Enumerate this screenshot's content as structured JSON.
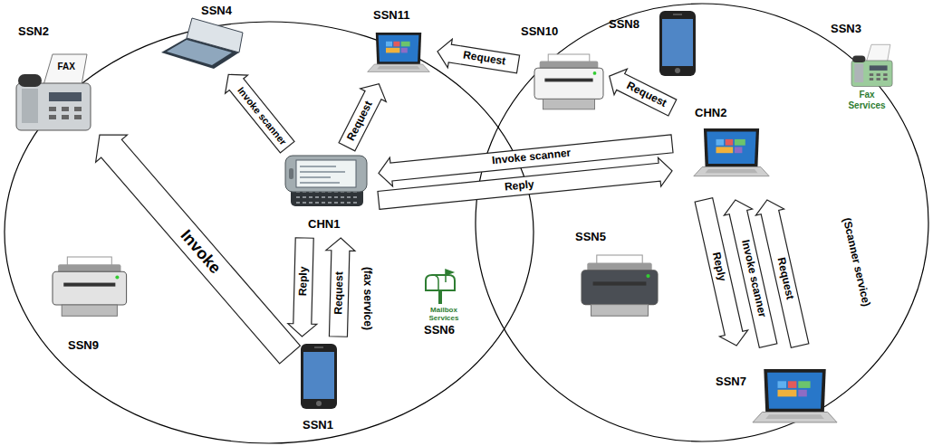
{
  "diagram": {
    "nodes": [
      {
        "text": [
          "SSN8"
        ]
      },
      {
        "text": [
          "SSN4"
        ]
      },
      {
        "text": [
          "SSN11"
        ]
      },
      {
        "text": [
          "SSN10"
        ]
      },
      {
        "text": [
          "SSN3",
          "Fax Services"
        ]
      },
      {
        "text": [
          "SSN2"
        ]
      },
      {
        "text": [
          "CHN1"
        ]
      },
      {
        "text": [
          "CHN2"
        ]
      },
      {
        "text": [
          "SSN5"
        ]
      },
      {
        "text": [
          "SSN9"
        ]
      },
      {
        "text": [
          "Mailbox Services",
          "SSN6"
        ]
      },
      {
        "text": [
          "SSN1"
        ]
      },
      {
        "text": [
          "SSN7"
        ]
      }
    ],
    "edges": [
      {
        "from": 11,
        "to": 5,
        "arrow": "to",
        "label": "Invoke"
      },
      {
        "from": 6,
        "to": 11,
        "arrow": "to",
        "label": "Reply"
      },
      {
        "from": 11,
        "to": 6,
        "arrow": "to",
        "label": "Request"
      },
      {
        "from": 6,
        "to": 1,
        "arrow": "to",
        "label": "Invoke scanner"
      },
      {
        "from": 6,
        "to": 2,
        "arrow": "to",
        "label": "Request"
      },
      {
        "from": 3,
        "to": 2,
        "arrow": "to",
        "label": "Request"
      },
      {
        "from": 7,
        "to": 6,
        "arrow": "to",
        "label": "Invoke scanner"
      },
      {
        "from": 6,
        "to": 7,
        "arrow": "to",
        "label": "Reply"
      },
      {
        "from": 7,
        "to": 3,
        "arrow": "to",
        "label": "Request"
      },
      {
        "from": 7,
        "to": 12,
        "arrow": "to",
        "label": "Reply"
      },
      {
        "from": 12,
        "to": 7,
        "arrow": "to",
        "label": "Invoke scanner"
      },
      {
        "from": 12,
        "to": 7,
        "arrow": "to",
        "label": "Request"
      }
    ],
    "labels": [
      "FAX",
      "(fax service)",
      "(Scanner service)"
    ]
  }
}
